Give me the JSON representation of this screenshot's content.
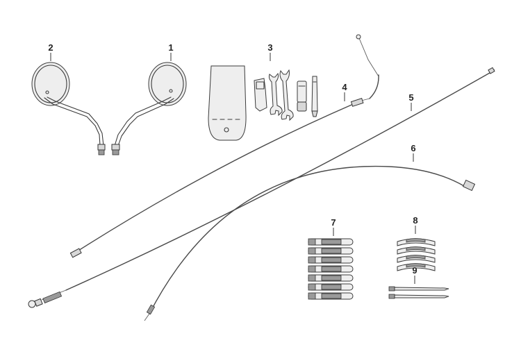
{
  "callouts": [
    "1",
    "2",
    "3",
    "4",
    "5",
    "6",
    "7",
    "8",
    "9"
  ],
  "colors": {
    "line": "#3a3a3a",
    "fill": "#eeeeee",
    "background": "#ffffff"
  }
}
